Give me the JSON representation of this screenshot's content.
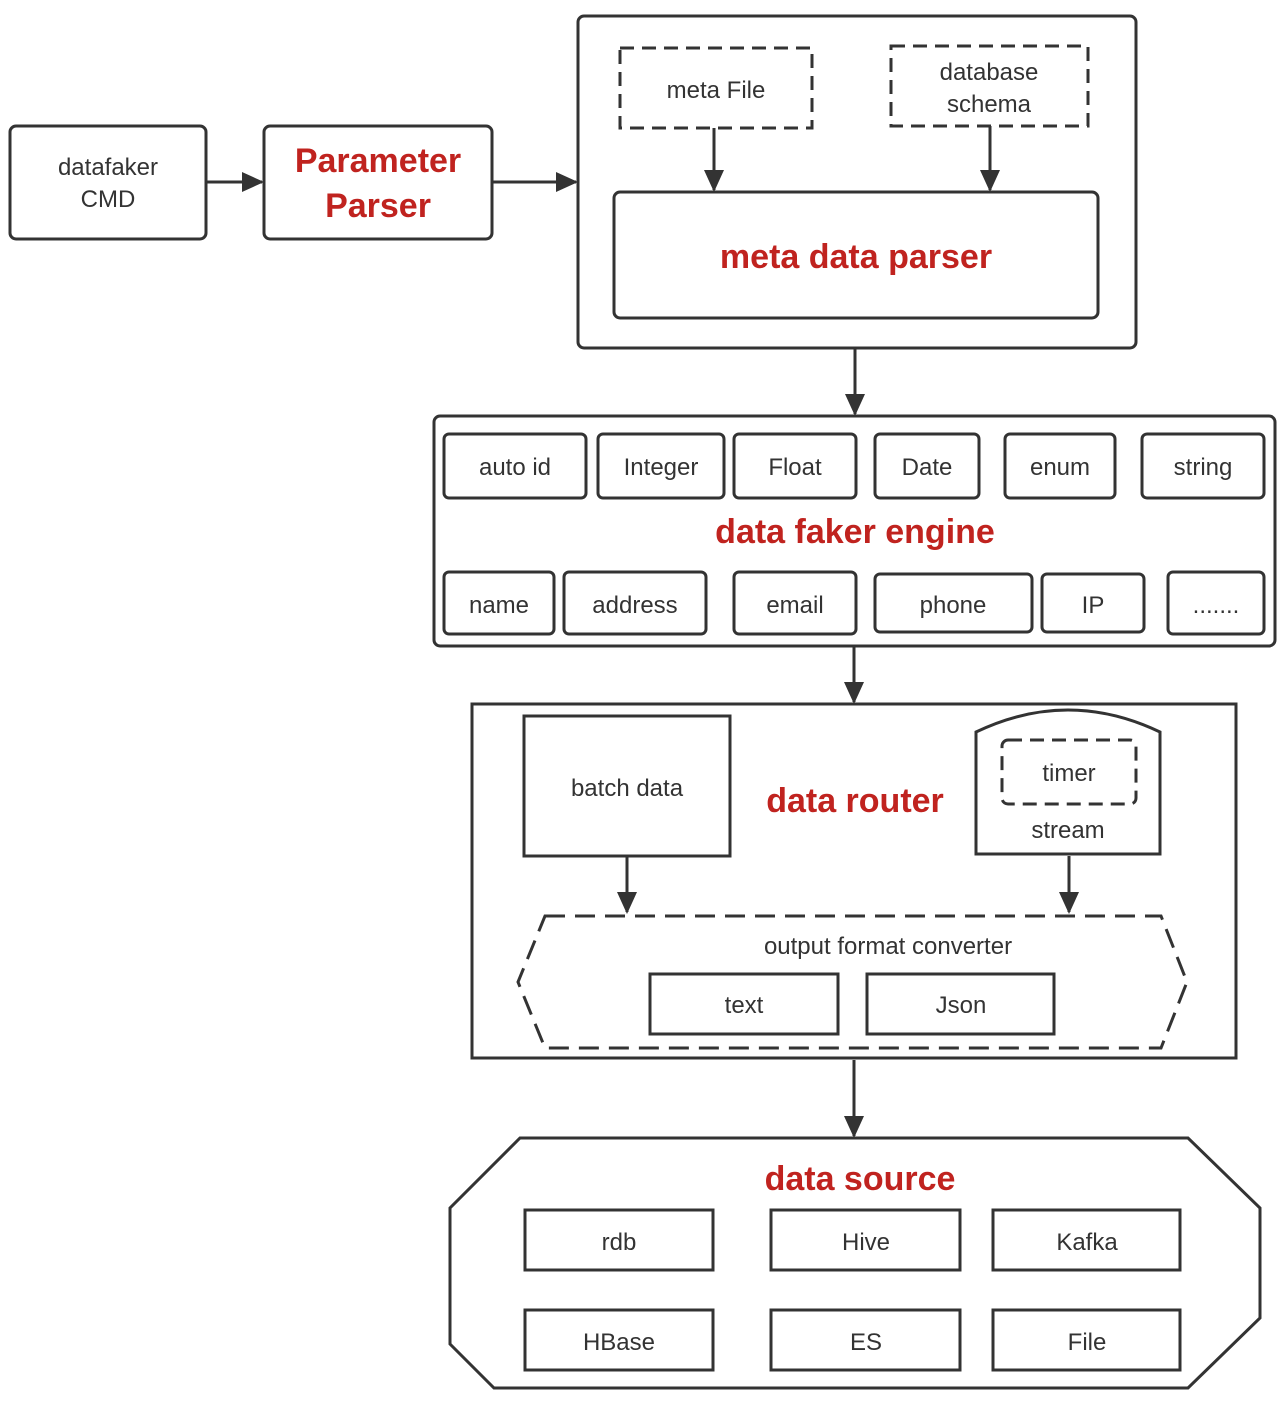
{
  "cmd": {
    "line1": "datafaker",
    "line2": "CMD"
  },
  "param_parser": {
    "line1": "Parameter",
    "line2": "Parser"
  },
  "meta_section": {
    "meta_file": "meta File",
    "db_schema_line1": "database",
    "db_schema_line2": "schema",
    "parser_title": "meta data parser"
  },
  "engine": {
    "title": "data faker engine",
    "types_row1": [
      "auto id",
      "Integer",
      "Float",
      "Date",
      "enum",
      "string"
    ],
    "types_row2": [
      "name",
      "address",
      "email",
      "phone",
      "IP",
      "......."
    ]
  },
  "router": {
    "title": "data router",
    "batch": "batch data",
    "timer": "timer",
    "stream": "stream",
    "converter_title": "output format converter",
    "formats": [
      "text",
      "Json"
    ]
  },
  "datasource": {
    "title": "data source",
    "items": [
      "rdb",
      "Hive",
      "Kafka",
      "HBase",
      "ES",
      "File"
    ]
  },
  "colors": {
    "accent_red": "#c0231f",
    "stroke": "#333333"
  }
}
